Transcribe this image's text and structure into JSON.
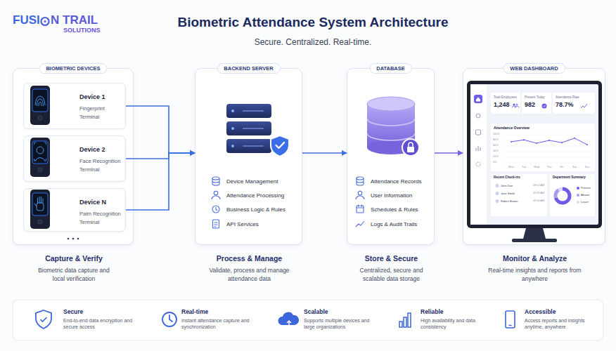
{
  "diagram": {
    "title": "Biometric Attendance System Architecture",
    "caption": "Secure. Centralized. Real-time.",
    "nodes": [
      {
        "text": [
          "BIOMETRIC DEVICES",
          "Capture & Verify",
          "Biometric data capture and local verification"
        ]
      },
      {
        "text": [
          "Device 1",
          "Fingerprint Terminal"
        ],
        "in": 0
      },
      {
        "text": [
          "Device 2",
          "Face Recognition Terminal"
        ],
        "in": 0
      },
      {
        "text": [
          "Device N",
          "Palm Recognition Terminal"
        ],
        "in": 0
      },
      {
        "text": [
          "BACKEND SERVER",
          "Device Management",
          "Attendance Processing",
          "Business Logic & Rules",
          "API Services",
          "Process & Manage",
          "Validate, process and manage attendance data"
        ]
      },
      {
        "text": [
          "DATABASE",
          "Attendance Records",
          "User Information",
          "Schedules & Rules",
          "Logs & Audit Trails",
          "Store & Secure",
          "Centralized, secure and scalable data storage"
        ]
      },
      {
        "text": [
          "WEB DASHBOARD",
          "Monitor & Analyze",
          "Real-time insights and reports from anywhere"
        ]
      },
      {
        "text": [
          "Secure",
          "End-to-end data encryption and secure access"
        ]
      },
      {
        "text": [
          "Real-time",
          "Instant attendance capture and synchronization"
        ]
      },
      {
        "text": [
          "Scalable",
          "Supports multiple devices and large organizations"
        ]
      },
      {
        "text": [
          "Reliable",
          "High availability and data consistency"
        ]
      },
      {
        "text": [
          "Accessible",
          "Access reports and insights anytime, anywhere"
        ]
      }
    ],
    "edges": [
      {
        "from": 1,
        "to": 4,
        "arrow": "to"
      },
      {
        "from": 2,
        "to": 4,
        "arrow": "to"
      },
      {
        "from": 3,
        "to": 4,
        "arrow": "to"
      },
      {
        "from": 4,
        "to": 5,
        "arrow": "to"
      },
      {
        "from": 5,
        "to": 6,
        "arrow": "to"
      }
    ],
    "labels": [
      "FUSI",
      "N TRAIL",
      "SOLUTIONS",
      "Total Employees",
      "1,248",
      "Present Today",
      "982",
      "Attendance Rate",
      "78.7%",
      "Attendance Overview",
      "100%",
      "80%",
      "60%",
      "40%",
      "20%",
      "0%",
      "Mon",
      "Tue",
      "Wed",
      "Thu",
      "Fri",
      "Sat",
      "Sun",
      "Recent Check-ins",
      "John Doe",
      "09:02 AM",
      "Jane Smith",
      "09:05 AM",
      "Robert Brown",
      "09:10 AM",
      "Department Summary"
    ],
    "legend": [
      {
        "text": "Present",
        "color": "#6c5ce7"
      },
      {
        "text": "Absent",
        "color": "#a99cf0"
      },
      {
        "text": "Leave",
        "color": "#ddd8fb"
      }
    ]
  }
}
